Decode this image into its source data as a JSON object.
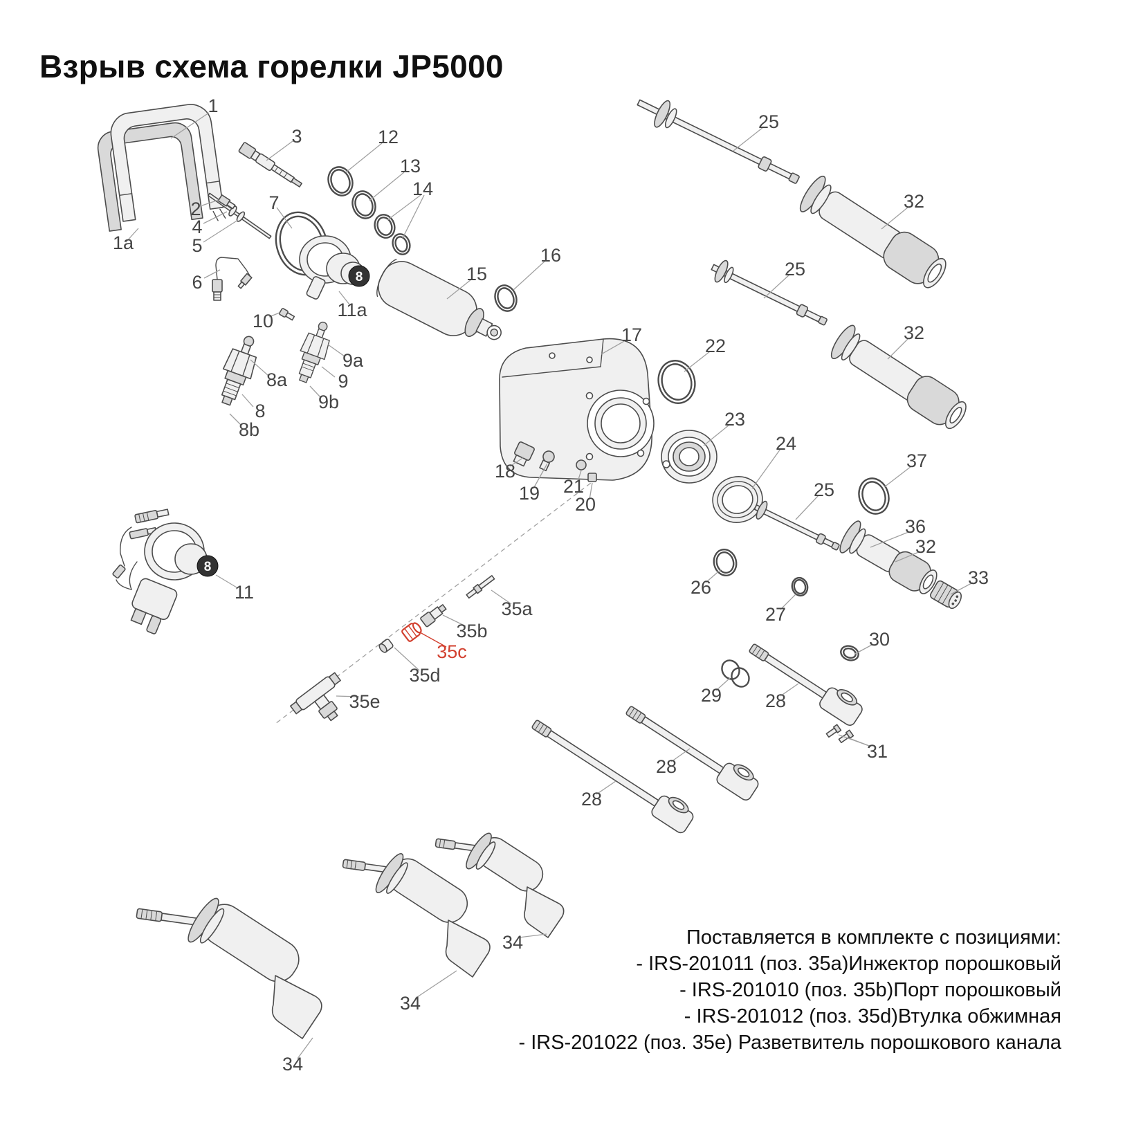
{
  "page": {
    "title": "Взрыв схема горелки JP5000"
  },
  "diagram": {
    "ball_marking": "8",
    "highlight_color": "#d2402f",
    "line_color": "#a0a0a0",
    "part_stroke_color": "#4c4c4c",
    "labels": {
      "1": "1",
      "1a": "1a",
      "2": "2",
      "3": "3",
      "4": "4",
      "5": "5",
      "6": "6",
      "7": "7",
      "8": "8",
      "8a": "8a",
      "8b": "8b",
      "9": "9",
      "9a": "9a",
      "9b": "9b",
      "10": "10",
      "11": "11",
      "11a": "11a",
      "12": "12",
      "13": "13",
      "14": "14",
      "15": "15",
      "16": "16",
      "17": "17",
      "18": "18",
      "19": "19",
      "20": "20",
      "21": "21",
      "22": "22",
      "23": "23",
      "24": "24",
      "25": "25",
      "26": "26",
      "27": "27",
      "28": "28",
      "29": "29",
      "30": "30",
      "31": "31",
      "32": "32",
      "33": "33",
      "34": "34",
      "35a": "35a",
      "35b": "35b",
      "35c": "35c",
      "35d": "35d",
      "35e": "35e",
      "36": "36",
      "37": "37"
    }
  },
  "notes": {
    "heading": "Поставляется в комплекте с позициями:",
    "items": [
      "- IRS-201011 (поз. 35a)Инжектор порошковый",
      "- IRS-201010 (поз. 35b)Порт порошковый",
      "- IRS-201012 (поз. 35d)Втулка обжимная",
      "- IRS-201022 (поз. 35e) Разветвитель порошкового канала"
    ]
  }
}
